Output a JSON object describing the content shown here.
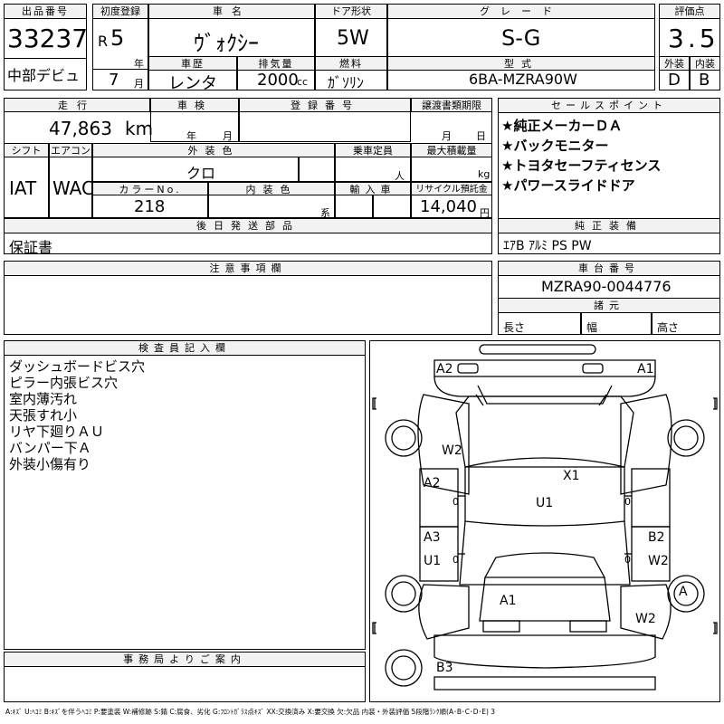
{
  "header": {
    "lot_no_label": "出品番号",
    "lot_no": "33237",
    "venue": "中部デビュ",
    "first_reg_label": "初度登録",
    "era": "R",
    "year": "5",
    "year_unit": "年",
    "month": "7",
    "month_unit": "月",
    "car_name_label": "車名",
    "car_name": "ｳﾞｫｸｼｰ",
    "history_label": "車歴",
    "history": "レンタ",
    "displacement_label": "排気量",
    "displacement": "2000",
    "displacement_unit": "cc",
    "door_label": "ドア形状",
    "door": "5W",
    "fuel_label": "燃料",
    "fuel": "ｶﾞｿﾘﾝ",
    "grade_label": "グレード",
    "grade": "S-G",
    "model_label": "型式",
    "model": "6BA-MZRA90W",
    "score_label": "評価点",
    "score": "3.5",
    "ext_label": "外装",
    "ext_grade": "D",
    "int_label": "内装",
    "int_grade": "B"
  },
  "specs": {
    "mileage_label": "走行",
    "mileage": "47,863",
    "mileage_unit": "km",
    "inspection_label": "車検",
    "insp_year_unit": "年",
    "insp_month_unit": "月",
    "reg_no_label": "登録番号",
    "transfer_label": "譲渡書類期限",
    "transfer_month_unit": "月",
    "transfer_day_unit": "日",
    "shift_label": "シフト",
    "shift": "IAT",
    "ac_label": "エアコン",
    "ac": "WAC",
    "ext_color_label": "外装色",
    "ext_color": "クロ",
    "capacity_label": "乗車定員",
    "capacity_unit": "人",
    "load_label": "最大積載量",
    "load_unit": "kg",
    "color_no_label": "カラーNo.",
    "color_no": "218",
    "int_color_label": "内装色",
    "int_color_unit": "系",
    "import_label": "輸入車",
    "recycle_label": "リサイクル預託金",
    "recycle": "14,040",
    "recycle_unit": "円",
    "later_parts_label": "後日発送部品",
    "later_parts": "保証書"
  },
  "sales": {
    "label": "セールスポイント",
    "items": [
      "★純正メーカーＤＡ",
      "★バックモニター",
      "★トヨタセーフティセンス",
      "★パワースライドドア"
    ]
  },
  "equipment": {
    "label": "純正装備",
    "value": "ｴｱB ｱﾙﾐ PS PW"
  },
  "chassis": {
    "label": "車台番号",
    "value": "MZRA90-0044776"
  },
  "dims": {
    "label": "諸元",
    "length_label": "長さ",
    "width_label": "幅",
    "height_label": "高さ"
  },
  "caution": {
    "label": "注意事項欄"
  },
  "inspector": {
    "label": "検査員記入欄",
    "lines": [
      "ダッシュボードビス穴",
      "ピラー内張ビス穴",
      "室内薄汚れ",
      "天張すれ小",
      "リヤ下廻りＡＵ",
      "バンパー下Ａ",
      "外装小傷有り"
    ]
  },
  "office": {
    "label": "事務局よりご案内"
  },
  "diagram": {
    "codes": {
      "a2_front_left": "A2",
      "a1_front_right": "A1",
      "w2_left_fender": "W2",
      "x1_hood": "X1",
      "a2_left_door": "A2",
      "u1_roof": "U1",
      "a3_left_rear_door": "A3",
      "u1_left_rear_door": "U1",
      "b2_right_rear_door": "B2",
      "w2_right_rear_door": "W2",
      "a_right_rear_wheel": "A",
      "a1_rear": "A1",
      "w2_right_quarter": "W2",
      "b3_rear_bumper": "B3"
    },
    "zeros": [
      "0",
      "0",
      "0",
      "0"
    ]
  },
  "legend": "A:ｷｽﾞ U:ﾍｺﾐ B:ｷｽﾞを伴うﾍｺﾐ P:要塗装 W:補修跡 S:錆 C:腐食、劣化 G:ﾌﾛﾝﾄｶﾞﾗｽ点ｷｽﾞ XX:交換済み X:要交換 欠:欠品 内装・外装評価 5段階ﾗﾝｸ順(A･B･C･D･E) 3"
}
